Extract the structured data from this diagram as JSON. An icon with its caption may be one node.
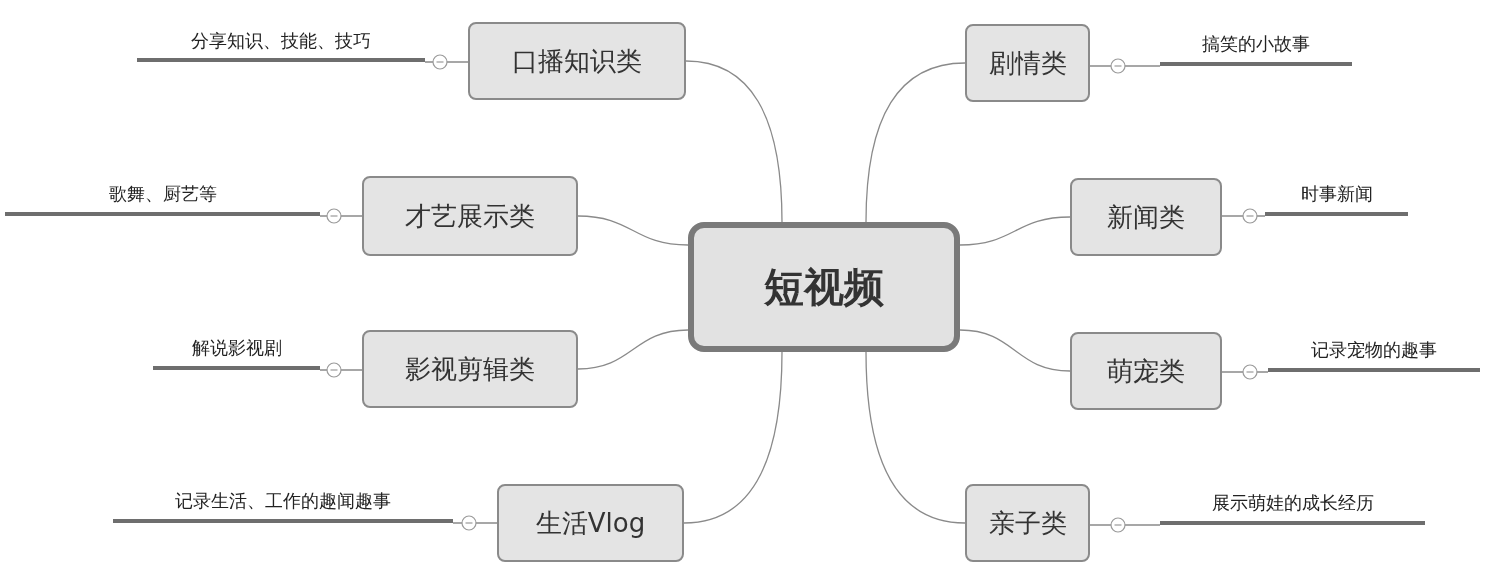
{
  "diagram": {
    "nodes": [
      {
        "text": [
          "短视频"
        ]
      },
      {
        "text": [
          "口播知识类"
        ]
      },
      {
        "text": [
          "分享知识、技能、技巧"
        ]
      },
      {
        "text": [
          "剧情类"
        ]
      },
      {
        "text": [
          "搞笑的小故事"
        ]
      },
      {
        "text": [
          "才艺展示类"
        ]
      },
      {
        "text": [
          "歌舞、厨艺等"
        ]
      },
      {
        "text": [
          "新闻类"
        ]
      },
      {
        "text": [
          "时事新闻"
        ]
      },
      {
        "text": [
          "影视剪辑类"
        ]
      },
      {
        "text": [
          "解说影视剧"
        ]
      },
      {
        "text": [
          "萌宠类"
        ]
      },
      {
        "text": [
          "记录宠物的趣事"
        ]
      },
      {
        "text": [
          "生活Vlog"
        ]
      },
      {
        "text": [
          "记录生活、工作的趣闻趣事"
        ]
      },
      {
        "text": [
          "亲子类"
        ]
      },
      {
        "text": [
          "展示萌娃的成长经历"
        ]
      }
    ],
    "edges": [
      {
        "from": 0,
        "to": 1,
        "arrow": "none"
      },
      {
        "from": 0,
        "to": 3,
        "arrow": "none"
      },
      {
        "from": 0,
        "to": 5,
        "arrow": "none"
      },
      {
        "from": 0,
        "to": 7,
        "arrow": "none"
      },
      {
        "from": 0,
        "to": 9,
        "arrow": "none"
      },
      {
        "from": 0,
        "to": 11,
        "arrow": "none"
      },
      {
        "from": 0,
        "to": 13,
        "arrow": "none"
      },
      {
        "from": 0,
        "to": 15,
        "arrow": "none"
      },
      {
        "from": 1,
        "to": 2,
        "arrow": "none"
      },
      {
        "from": 3,
        "to": 4,
        "arrow": "none"
      },
      {
        "from": 5,
        "to": 6,
        "arrow": "none"
      },
      {
        "from": 7,
        "to": 8,
        "arrow": "none"
      },
      {
        "from": 9,
        "to": 10,
        "arrow": "none"
      },
      {
        "from": 11,
        "to": 12,
        "arrow": "none"
      },
      {
        "from": 13,
        "to": 14,
        "arrow": "none"
      },
      {
        "from": 15,
        "to": 16,
        "arrow": "none"
      }
    ]
  }
}
